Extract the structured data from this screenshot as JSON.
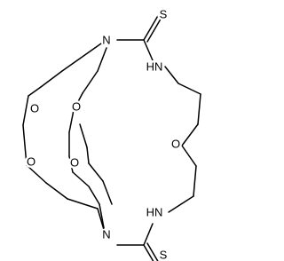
{
  "molecule": {
    "atoms": [
      {
        "id": "S_top",
        "label": "S"
      },
      {
        "id": "N_top",
        "label": "N"
      },
      {
        "id": "NH_upper",
        "label": "HN"
      },
      {
        "id": "O_center",
        "label": "O"
      },
      {
        "id": "NH_lower",
        "label": "HN"
      },
      {
        "id": "N_bottom",
        "label": "N"
      },
      {
        "id": "S_bottom",
        "label": "S"
      },
      {
        "id": "O_left_1",
        "label": "O"
      },
      {
        "id": "O_left_2",
        "label": "O"
      },
      {
        "id": "O_mid_1",
        "label": "O"
      },
      {
        "id": "O_mid_2",
        "label": "O"
      }
    ]
  }
}
